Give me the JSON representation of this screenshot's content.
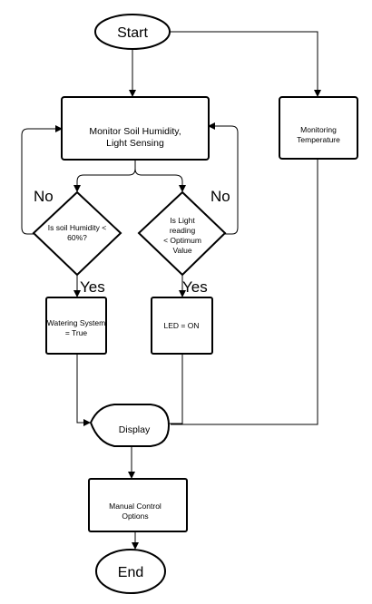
{
  "nodes": {
    "start": {
      "label": "Start"
    },
    "monitor": {
      "lines": [
        "Monitor Soil Humidity,",
        "Light Sensing"
      ]
    },
    "monitor_temp": {
      "lines": [
        "Monitoring",
        "Temperature"
      ]
    },
    "soil_decision": {
      "lines": [
        "Is soil Humidity <",
        "60%?"
      ]
    },
    "light_decision": {
      "lines": [
        "Is Light",
        "reading",
        "< Optimum",
        "Value"
      ]
    },
    "watering": {
      "lines": [
        "Watering System",
        "= True"
      ]
    },
    "led": {
      "label": "LED = ON"
    },
    "display": {
      "label": "Display"
    },
    "manual": {
      "lines": [
        "Manual Control",
        "Options"
      ]
    },
    "end": {
      "label": "End"
    }
  },
  "edge_labels": {
    "soil_no": "No",
    "light_no": "No",
    "soil_yes": "Yes",
    "light_yes": "Yes"
  }
}
